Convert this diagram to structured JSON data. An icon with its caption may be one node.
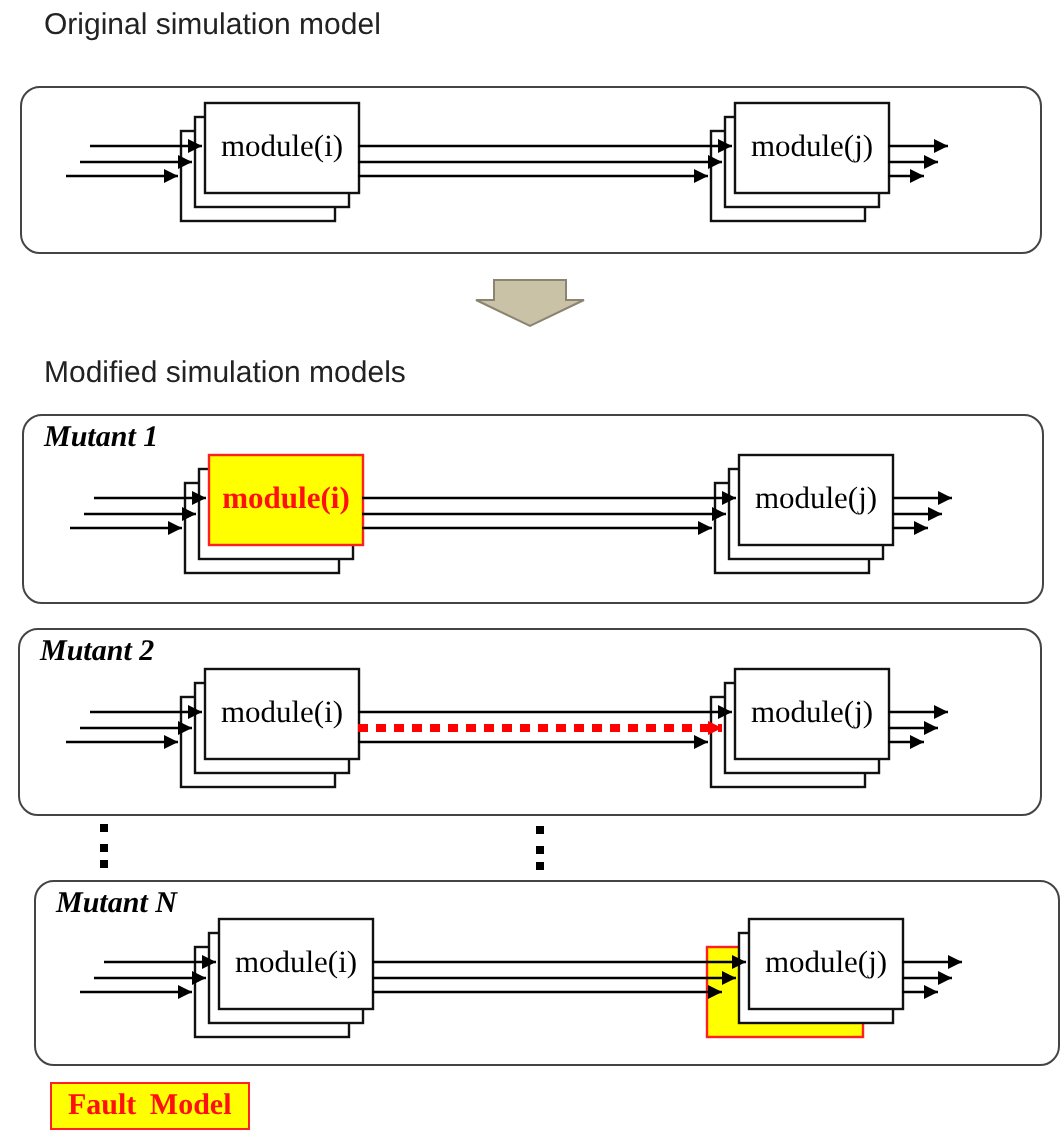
{
  "diagram": {
    "nodes": [
      {
        "text": [],
        "shape": "box"
      },
      {
        "text": [
          "module(i)"
        ],
        "in": 0
      },
      {
        "text": [
          "module(j)"
        ],
        "in": 0
      },
      {
        "text": [
          "Mutant 1"
        ]
      },
      {
        "text": [
          "module(i)"
        ],
        "in": 3
      },
      {
        "text": [
          "module(j)"
        ],
        "in": 3
      },
      {
        "text": [
          "Mutant 2"
        ]
      },
      {
        "text": [
          "module(i)"
        ],
        "in": 6
      },
      {
        "text": [
          "module(j)"
        ],
        "in": 6
      },
      {
        "text": [
          "Mutant N"
        ]
      },
      {
        "text": [
          "module(i)"
        ],
        "in": 9
      },
      {
        "text": [
          "module(j)"
        ],
        "in": 9
      }
    ],
    "edges": [
      {
        "from": null,
        "to": 1,
        "arrow": "to"
      },
      {
        "from": null,
        "to": 1,
        "arrow": "to"
      },
      {
        "from": null,
        "to": 1,
        "arrow": "to"
      },
      {
        "from": 1,
        "to": 2,
        "arrow": "to"
      },
      {
        "from": 1,
        "to": 2,
        "arrow": "to"
      },
      {
        "from": 1,
        "to": 2,
        "arrow": "to"
      },
      {
        "from": 2,
        "to": null,
        "arrow": "to"
      },
      {
        "from": 2,
        "to": null,
        "arrow": "to"
      },
      {
        "from": 2,
        "to": null,
        "arrow": "to"
      },
      {
        "from": 0,
        "to": 3,
        "arrow": "to",
        "style": "thick",
        "color": "#c9c2a6"
      },
      {
        "from": null,
        "to": 4,
        "arrow": "to"
      },
      {
        "from": null,
        "to": 4,
        "arrow": "to"
      },
      {
        "from": null,
        "to": 4,
        "arrow": "to"
      },
      {
        "from": 4,
        "to": 5,
        "arrow": "to"
      },
      {
        "from": 4,
        "to": 5,
        "arrow": "to"
      },
      {
        "from": 4,
        "to": 5,
        "arrow": "to"
      },
      {
        "from": 5,
        "to": null,
        "arrow": "to"
      },
      {
        "from": 5,
        "to": null,
        "arrow": "to"
      },
      {
        "from": 5,
        "to": null,
        "arrow": "to"
      },
      {
        "from": null,
        "to": 7,
        "arrow": "to"
      },
      {
        "from": null,
        "to": 7,
        "arrow": "to"
      },
      {
        "from": null,
        "to": 7,
        "arrow": "to"
      },
      {
        "from": 7,
        "to": 8,
        "arrow": "to"
      },
      {
        "from": 7,
        "to": 8,
        "arrow": "to",
        "style": "dashed",
        "color": "#ff0000"
      },
      {
        "from": 7,
        "to": 8,
        "arrow": "to"
      },
      {
        "from": 8,
        "to": null,
        "arrow": "to"
      },
      {
        "from": 8,
        "to": null,
        "arrow": "to"
      },
      {
        "from": 8,
        "to": null,
        "arrow": "to"
      },
      {
        "from": null,
        "to": 10,
        "arrow": "to"
      },
      {
        "from": null,
        "to": 10,
        "arrow": "to"
      },
      {
        "from": null,
        "to": 10,
        "arrow": "to"
      },
      {
        "from": 10,
        "to": 11,
        "arrow": "to"
      },
      {
        "from": 10,
        "to": 11,
        "arrow": "to"
      },
      {
        "from": 10,
        "to": 11,
        "arrow": "to"
      },
      {
        "from": 11,
        "to": null,
        "arrow": "to"
      },
      {
        "from": 11,
        "to": null,
        "arrow": "to"
      },
      {
        "from": 11,
        "to": null,
        "arrow": "to"
      }
    ],
    "labels": [
      "Original simulation model",
      "Modified simulation models"
    ],
    "legend": [
      {
        "text": "Fault Model",
        "color": "#ffff00"
      }
    ]
  }
}
